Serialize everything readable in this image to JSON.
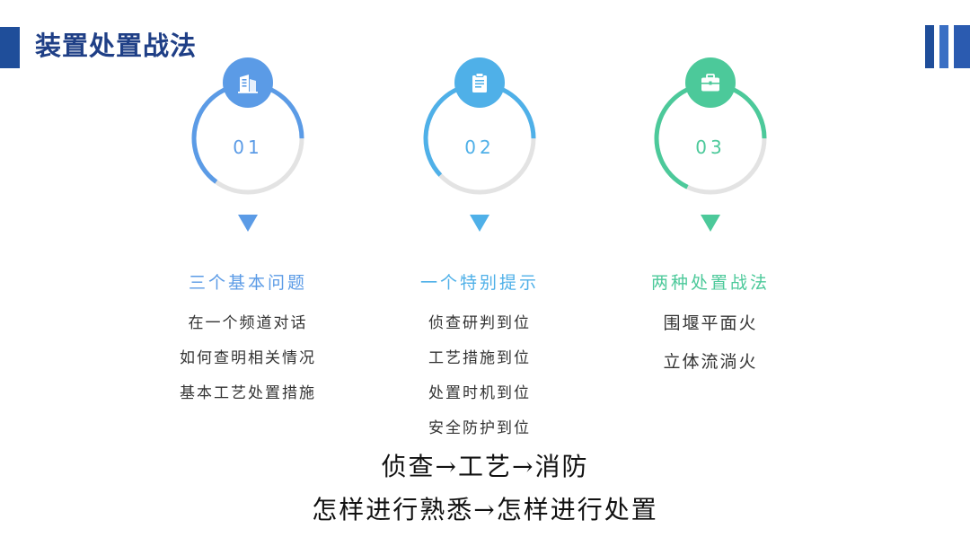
{
  "title": "装置处置战法",
  "columns": [
    {
      "number": "01",
      "icon": "building-icon",
      "color": "#5b9be6",
      "progress": 0.65,
      "heading": "三个基本问题",
      "items": [
        "在一个频道对话",
        "如何查明相关情况",
        "基本工艺处置措施"
      ]
    },
    {
      "number": "02",
      "icon": "clipboard-icon",
      "color": "#4fb0e8",
      "progress": 0.62,
      "heading": "一个特别提示",
      "items": [
        "侦查研判到位",
        "工艺措施到位",
        "处置时机到位",
        "安全防护到位"
      ]
    },
    {
      "number": "03",
      "icon": "briefcase-icon",
      "color": "#4cc99a",
      "progress": 0.68,
      "heading": "两种处置战法",
      "items": [
        "围堰平面火",
        "立体流淌火"
      ]
    }
  ],
  "footer": {
    "line1": "侦查→工艺→消防",
    "line2": "怎样进行熟悉→怎样进行处置"
  },
  "colors": {
    "title": "#1f3f86",
    "accent": "#1f4e9a",
    "ring_track": "#e3e3e3"
  }
}
